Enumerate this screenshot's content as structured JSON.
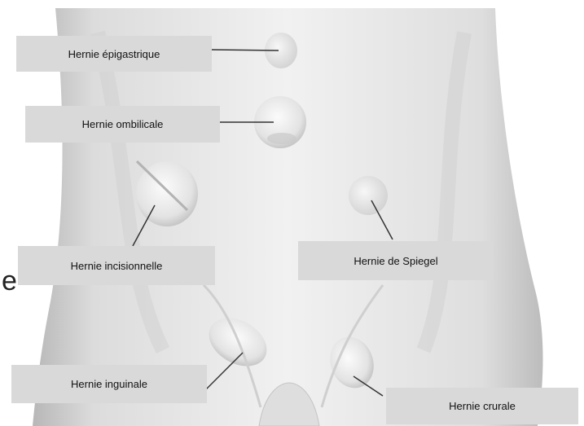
{
  "labels": {
    "epigastrique": "Hernie épigastrique",
    "ombilicale": "Hernie ombilicale",
    "incisionnelle": "Hernie incisionnelle",
    "spiegel": "Hernie de Spiegel",
    "inguinale": "Hernie inguinale",
    "crurale": "Hernie crurale"
  },
  "stray_text": "e",
  "colors": {
    "label_background": "#d9d9d9",
    "leader_line": "#333333",
    "skin_light": "#f4f4f4",
    "skin_shadow": "#bdbdbd"
  }
}
